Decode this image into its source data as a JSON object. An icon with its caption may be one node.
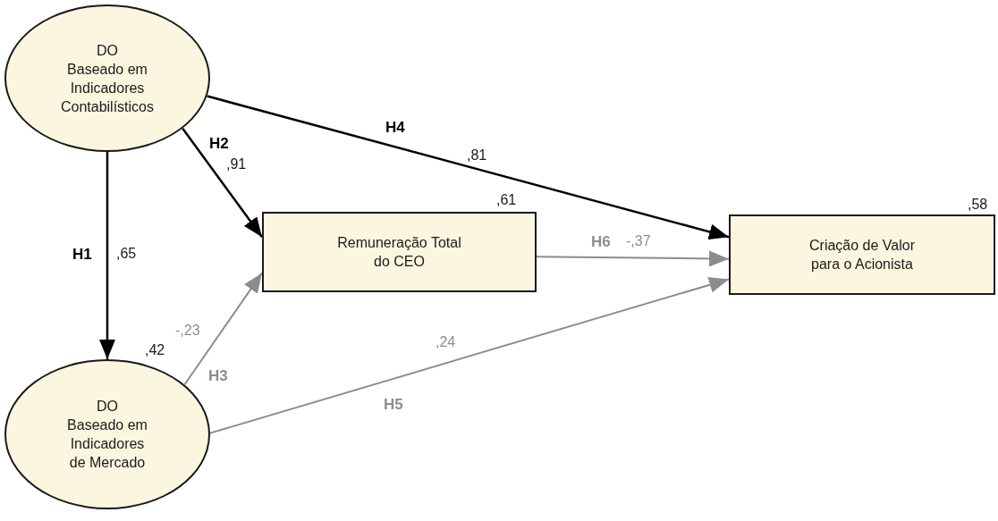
{
  "diagram": {
    "nodes": [
      {
        "text": [
          "DO",
          "Baseado em Indicadores Contabilísticos"
        ]
      },
      {
        "text": [
          "Remuneração Total do CEO"
        ],
        "beside": [
          ",61"
        ]
      },
      {
        "text": [
          "Criação de Valor para o Acionista"
        ],
        "beside": [
          ",58"
        ]
      },
      {
        "text": [
          "DO",
          "Baseado em Indicadores de Mercado"
        ],
        "beside": [
          ",42"
        ]
      }
    ],
    "edges": [
      {
        "from": 0,
        "to": 3,
        "arrow": "to",
        "label": "H1"
      },
      {
        "from": 0,
        "to": 1,
        "arrow": "to",
        "label": "H2"
      },
      {
        "from": 0,
        "to": 2,
        "arrow": "to",
        "label": "H4"
      },
      {
        "from": 3,
        "to": 1,
        "arrow": "to",
        "label": "H3",
        "color": "#8c8c8c"
      },
      {
        "from": 3,
        "to": 2,
        "arrow": "to",
        "label": "H5",
        "color": "#8c8c8c"
      },
      {
        "from": 1,
        "to": 2,
        "arrow": "to",
        "label": "H6",
        "color": "#8c8c8c"
      }
    ],
    "labels": [
      ",65",
      ",91",
      ",81",
      "-,23",
      ",24",
      "-,37"
    ]
  }
}
